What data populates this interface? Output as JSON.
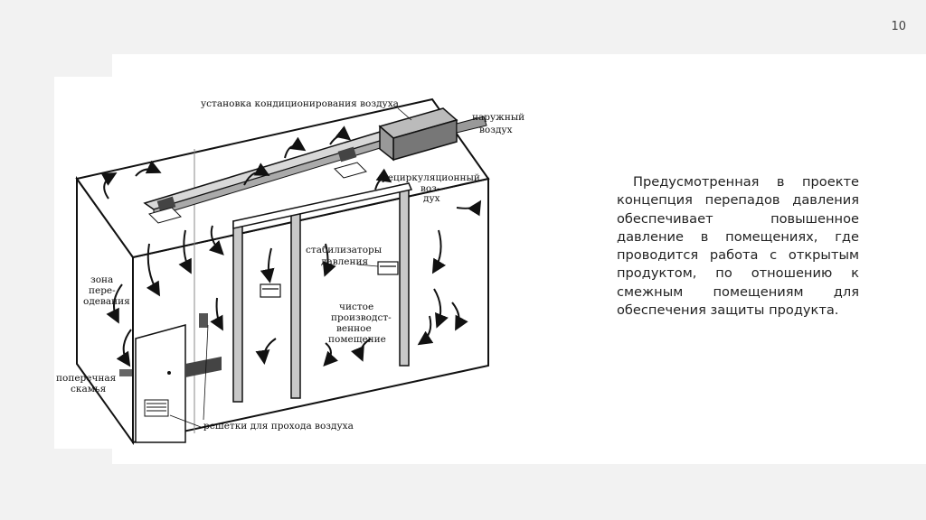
{
  "slide": {
    "page_number": "10",
    "paragraph": "Предусмотренная в проекте концепция перепадов давления обеспечивает повышенное давление в помещениях, где проводится работа с открытым продуктом, по отношению к смежным помещениям для обеспечения защиты продукта."
  },
  "diagram": {
    "labels": {
      "ac_unit": "установка кондиционирования воздуха",
      "outside_air_1": "наружный",
      "outside_air_2": "воздух",
      "recirc_1": "рециркуляционный",
      "recirc_2": "воз-",
      "recirc_3": "дух",
      "stabilizers_1": "стабилизаторы",
      "stabilizers_2": "давления",
      "zone_1": "зона",
      "zone_2": "пере-",
      "zone_3": "одевания",
      "clean_1": "чистое",
      "clean_2": "производст-",
      "clean_3": "венное",
      "clean_4": "помещение",
      "bench_1": "поперечная",
      "bench_2": "скамья",
      "grilles": "решетки для прохода воздуха"
    }
  }
}
